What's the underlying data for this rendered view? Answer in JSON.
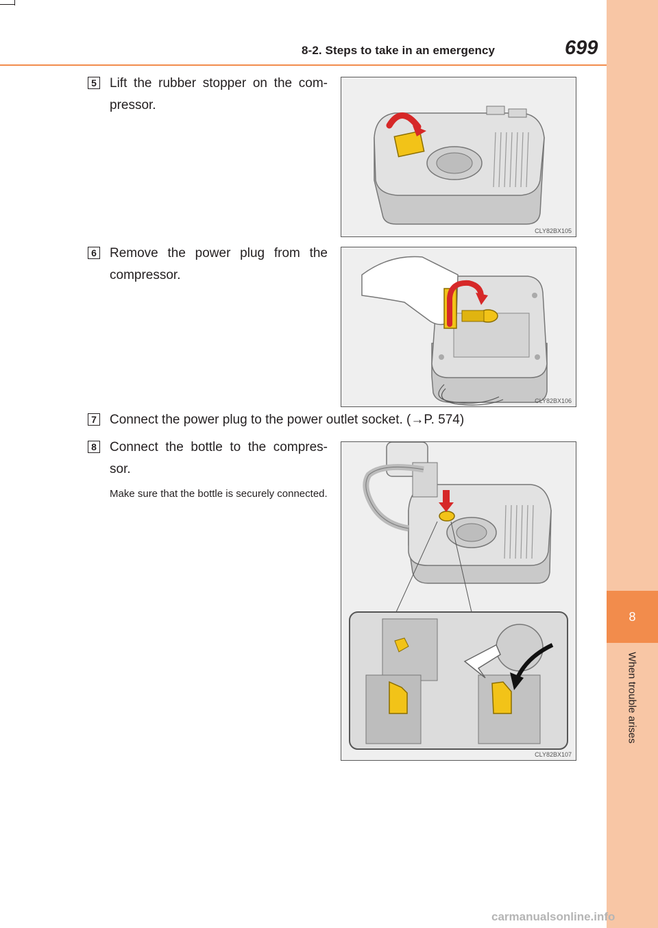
{
  "header": {
    "section": "8-2. Steps to take in an emergency",
    "page_number": "699"
  },
  "sidebar": {
    "chapter_number": "8",
    "chapter_title": "When trouble arises"
  },
  "steps": [
    {
      "number": "5",
      "text": "Lift the rubber stopper on the com-pressor.",
      "figure_code": "CLY82BX105"
    },
    {
      "number": "6",
      "text": "Remove the power plug from the compressor.",
      "figure_code": "CLY82BX106"
    },
    {
      "number": "7",
      "text": "Connect the power plug to the power outlet socket. (→P. 574)"
    },
    {
      "number": "8",
      "text": "Connect the bottle to the compres-sor.",
      "note": "Make sure that the bottle is securely connected.",
      "figure_code": "CLY82BX107"
    }
  ],
  "watermark": "carmanualsonline.info",
  "colors": {
    "accent": "#f28c4c",
    "sidebar": "#f8c6a5",
    "highlight": "#f2c318",
    "arrow": "#d62828"
  }
}
